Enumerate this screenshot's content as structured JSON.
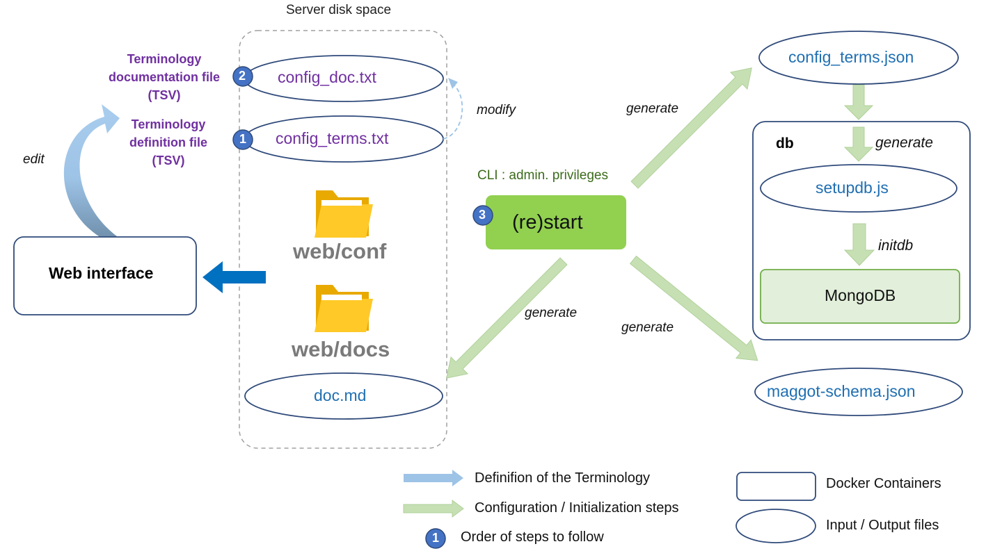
{
  "server": {
    "title": "Server disk space"
  },
  "labels": {
    "doc_desc": "Terminology documentation file (TSV)",
    "def_desc": "Terminology definition file (TSV)",
    "edit": "edit",
    "modify": "modify",
    "cli": "CLI : admin. privileges",
    "generate": "generate",
    "initdb": "initdb",
    "db": "db"
  },
  "files": {
    "config_doc": "config_doc.txt",
    "config_terms_txt": "config_terms.txt",
    "doc_md": "doc.md",
    "config_terms_json": "config_terms.json",
    "setupdb": "setupdb.js",
    "maggot_schema": "maggot-schema.json"
  },
  "folders": {
    "conf": "web/conf",
    "docs": "web/docs"
  },
  "nodes": {
    "web_interface": "Web interface",
    "restart": "(re)start",
    "mongodb": "MongoDB"
  },
  "steps": {
    "one": "1",
    "two": "2",
    "three": "3"
  },
  "legend": {
    "blue_arrow": "Definifion of the Terminology",
    "green_arrow": "Configuration / Initialization steps",
    "badge": "Order of steps to follow",
    "rect": "Docker Containers",
    "ellipse": "Input / Output files"
  },
  "colors": {
    "badge": "#4472c4",
    "green_box": "#92d050",
    "green_arrow": "#c6e0b4",
    "blue_arrow": "#9dc3e6",
    "dark_blue_arrow": "#0070c0",
    "outline": "#2f4a7a"
  }
}
